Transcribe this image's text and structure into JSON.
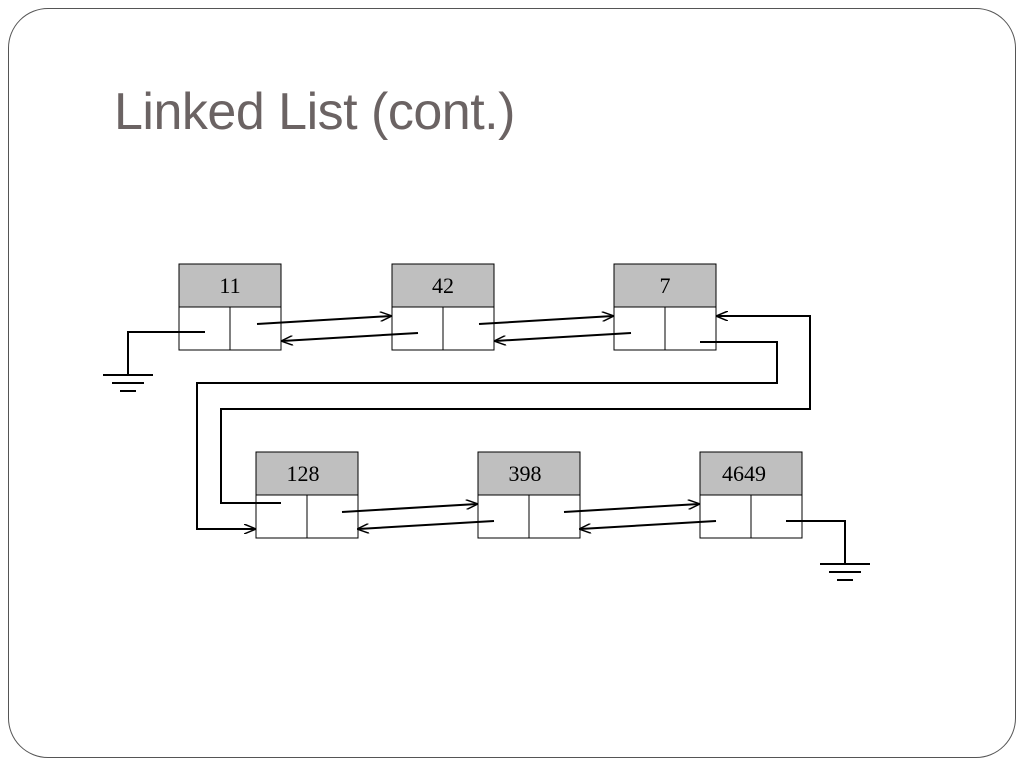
{
  "title": "Linked List (cont.)",
  "nodes": [
    {
      "value": "11"
    },
    {
      "value": "42"
    },
    {
      "value": "7"
    },
    {
      "value": "128"
    },
    {
      "value": "398"
    },
    {
      "value": "4649"
    }
  ],
  "colors": {
    "node_header": "#bfbfbf",
    "stroke": "#000000",
    "title": "#6b6363"
  }
}
